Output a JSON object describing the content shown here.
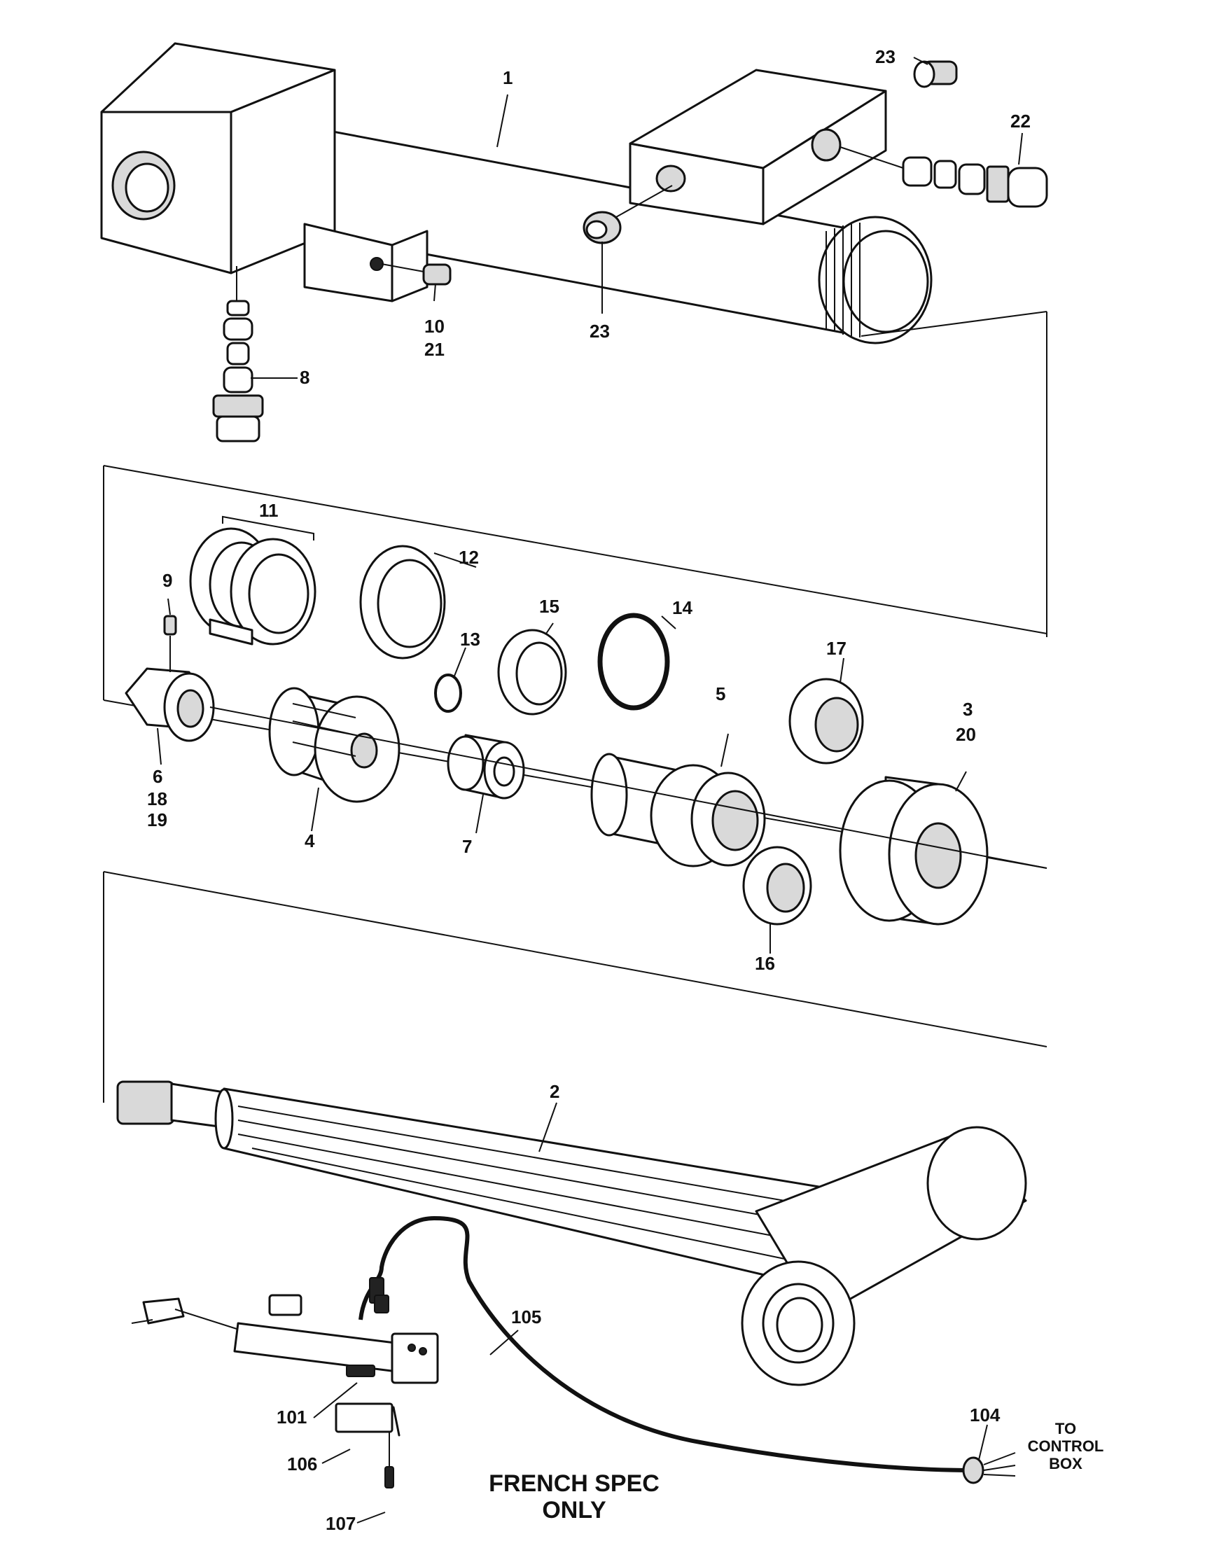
{
  "callouts": {
    "c1": "1",
    "c2": "2",
    "c3": "3",
    "c4": "4",
    "c5": "5",
    "c6": "6",
    "c7": "7",
    "c8": "8",
    "c9": "9",
    "c10": "10",
    "c11": "11",
    "c12": "12",
    "c13": "13",
    "c14": "14",
    "c15": "15",
    "c16": "16",
    "c17": "17",
    "c18": "18",
    "c19": "19",
    "c20": "20",
    "c21": "21",
    "c22": "22",
    "c23a": "23",
    "c23b": "23",
    "c101": "101",
    "c104": "104",
    "c105": "105",
    "c106": "106",
    "c107": "107"
  },
  "notes": {
    "french_line1": "FRENCH SPEC",
    "french_line2": "ONLY",
    "control_line1": "TO",
    "control_line2": "CONTROL",
    "control_line3": "BOX"
  }
}
